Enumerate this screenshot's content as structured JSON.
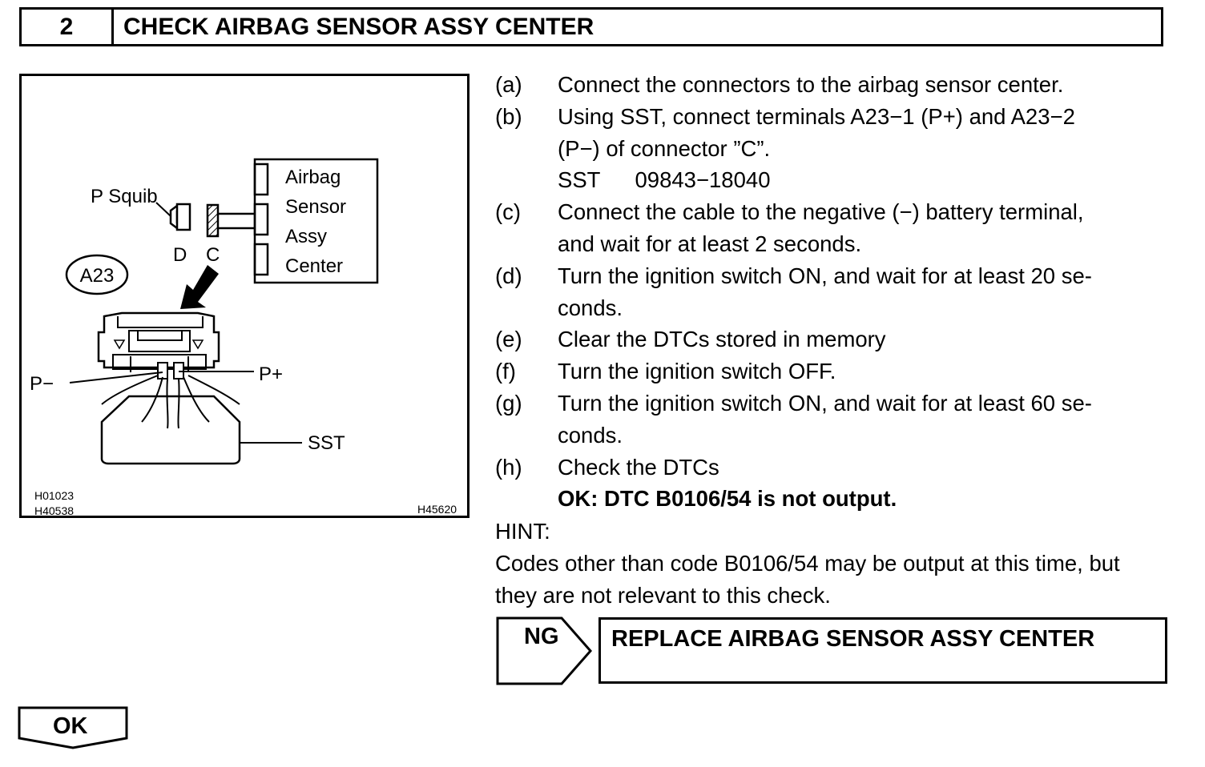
{
  "header": {
    "step_number": "2",
    "title": "CHECK AIRBAG SENSOR ASSY CENTER"
  },
  "figure": {
    "labels": {
      "p_squib": "P Squib",
      "airbag_sensor_center": [
        "Airbag",
        "Sensor",
        "Assy",
        "Center"
      ],
      "connector_d": "D",
      "connector_c": "C",
      "connector_id": "A23",
      "p_minus": "P−",
      "p_plus": "P+",
      "sst": "SST"
    },
    "codes": {
      "code1": "H01023",
      "code2": "H40538",
      "code3": "H45620"
    }
  },
  "steps": {
    "a": {
      "letter": "(a)",
      "text": "Connect the connectors to the airbag sensor center."
    },
    "b": {
      "letter": "(b)",
      "line1": "Using SST, connect terminals A23−1 (P+) and A23−2",
      "line2": "(P−) of connector ”C”.",
      "sst_label": "SST",
      "sst_number": "09843−18040"
    },
    "c": {
      "letter": "(c)",
      "line1": "Connect the cable to the negative (−) battery terminal,",
      "line2": "and wait for at least 2 seconds."
    },
    "d": {
      "letter": "(d)",
      "line1": "Turn the ignition switch ON, and wait for at least 20 se-",
      "line2": "conds."
    },
    "e": {
      "letter": "(e)",
      "text": "Clear the DTCs stored in memory"
    },
    "f": {
      "letter": "(f)",
      "text": "Turn the ignition switch OFF."
    },
    "g": {
      "letter": "(g)",
      "line1": "Turn the ignition switch ON, and wait for at least 60 se-",
      "line2": "conds."
    },
    "h": {
      "letter": "(h)",
      "text": "Check the DTCs",
      "ok_condition": "OK: DTC B0106/54 is not output."
    }
  },
  "hint": {
    "label": "HINT:",
    "line1": "Codes other than code B0106/54 may be output at this time, but",
    "line2": "they are not relevant to this check."
  },
  "results": {
    "ng_label": "NG",
    "ng_action": "REPLACE AIRBAG SENSOR ASSY CENTER",
    "ok_label": "OK"
  }
}
